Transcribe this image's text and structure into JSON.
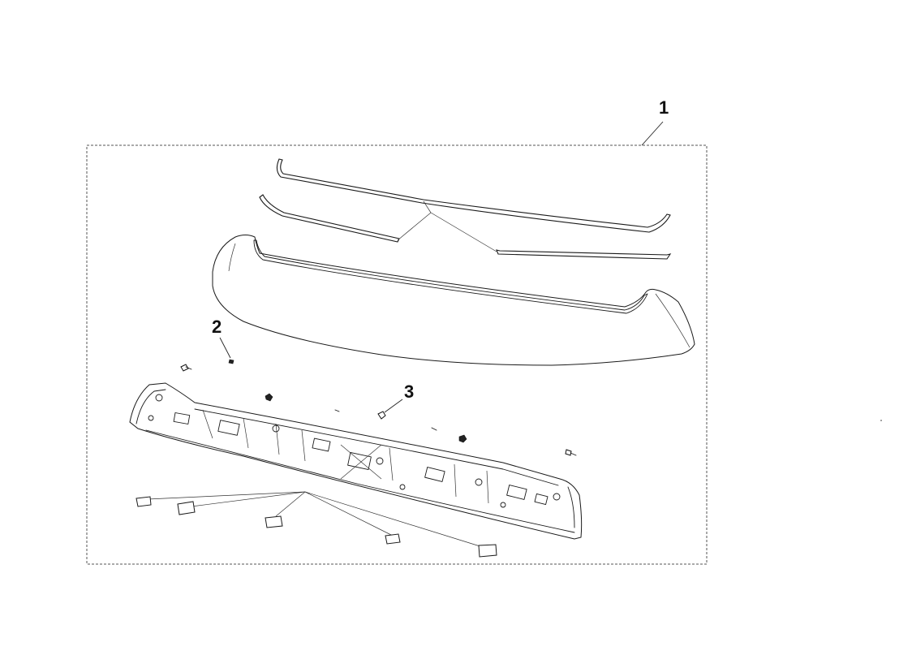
{
  "diagram": {
    "callouts": [
      {
        "id": "1",
        "label": "1"
      },
      {
        "id": "2",
        "label": "2"
      },
      {
        "id": "3",
        "label": "3"
      }
    ],
    "colors": {
      "line": "#1a1a1a",
      "background": "#ffffff",
      "frame": "#555555"
    }
  }
}
